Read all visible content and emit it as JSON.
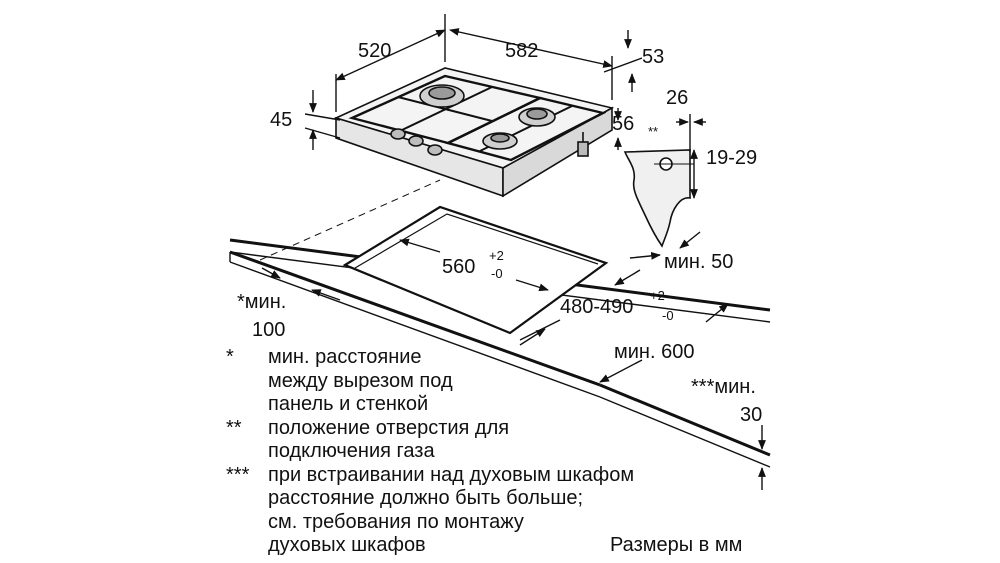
{
  "dimensions": {
    "width": "520",
    "depth": "582",
    "h53": "53",
    "h45": "45",
    "h26": "26",
    "h56": "56",
    "h56_mark": "**",
    "h19_29": "19-29",
    "min50": "мин. 50",
    "cutout_w": "560",
    "cutout_w_plus": "+2",
    "cutout_w_minus": "-0",
    "cutout_d": "480-490",
    "cutout_d_plus": "+2",
    "cutout_d_minus": "-0",
    "min600": "мин. 600",
    "min100_label": "*мин.",
    "min100_value": "100",
    "min30_label": "***мин.",
    "min30_value": "30"
  },
  "notes": [
    {
      "mark": "*",
      "lines": [
        "мин. расстояние",
        "между вырезом под",
        "панель и стенкой"
      ]
    },
    {
      "mark": "**",
      "lines": [
        "положение отверстия для",
        "подключения газа"
      ]
    },
    {
      "mark": "***",
      "lines": [
        "при встраивании над духовым шкафом",
        "расстояние должно быть больше;",
        "см. требования по монтажу",
        "духовых шкафов"
      ]
    }
  ],
  "units_note": "Размеры в мм"
}
